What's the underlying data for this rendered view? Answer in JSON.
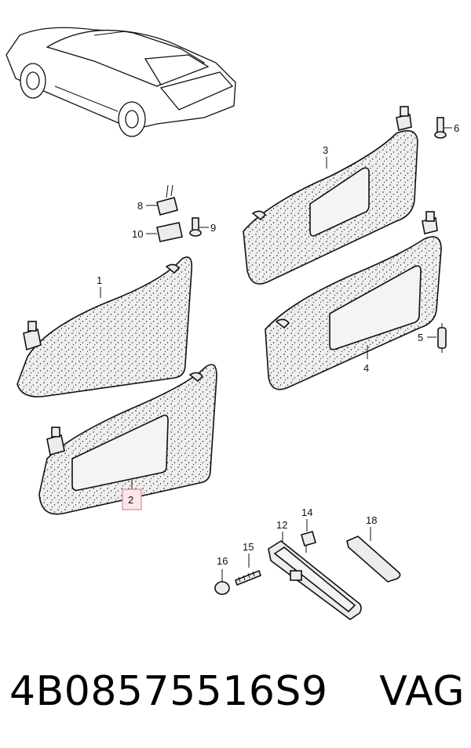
{
  "callouts": {
    "visor_1": "1",
    "visor_2": "2",
    "visor_3": "3",
    "visor_4": "4",
    "bulb_5": "5",
    "screw_6": "6",
    "clip_8": "8",
    "screw_9": "9",
    "cover_10": "10",
    "frame_12": "12",
    "clip_14": "14",
    "screw_15": "15",
    "plug_16": "16",
    "lens_18": "18"
  },
  "footer": {
    "part_number": "4B08575516S9",
    "brand": "VAG"
  }
}
